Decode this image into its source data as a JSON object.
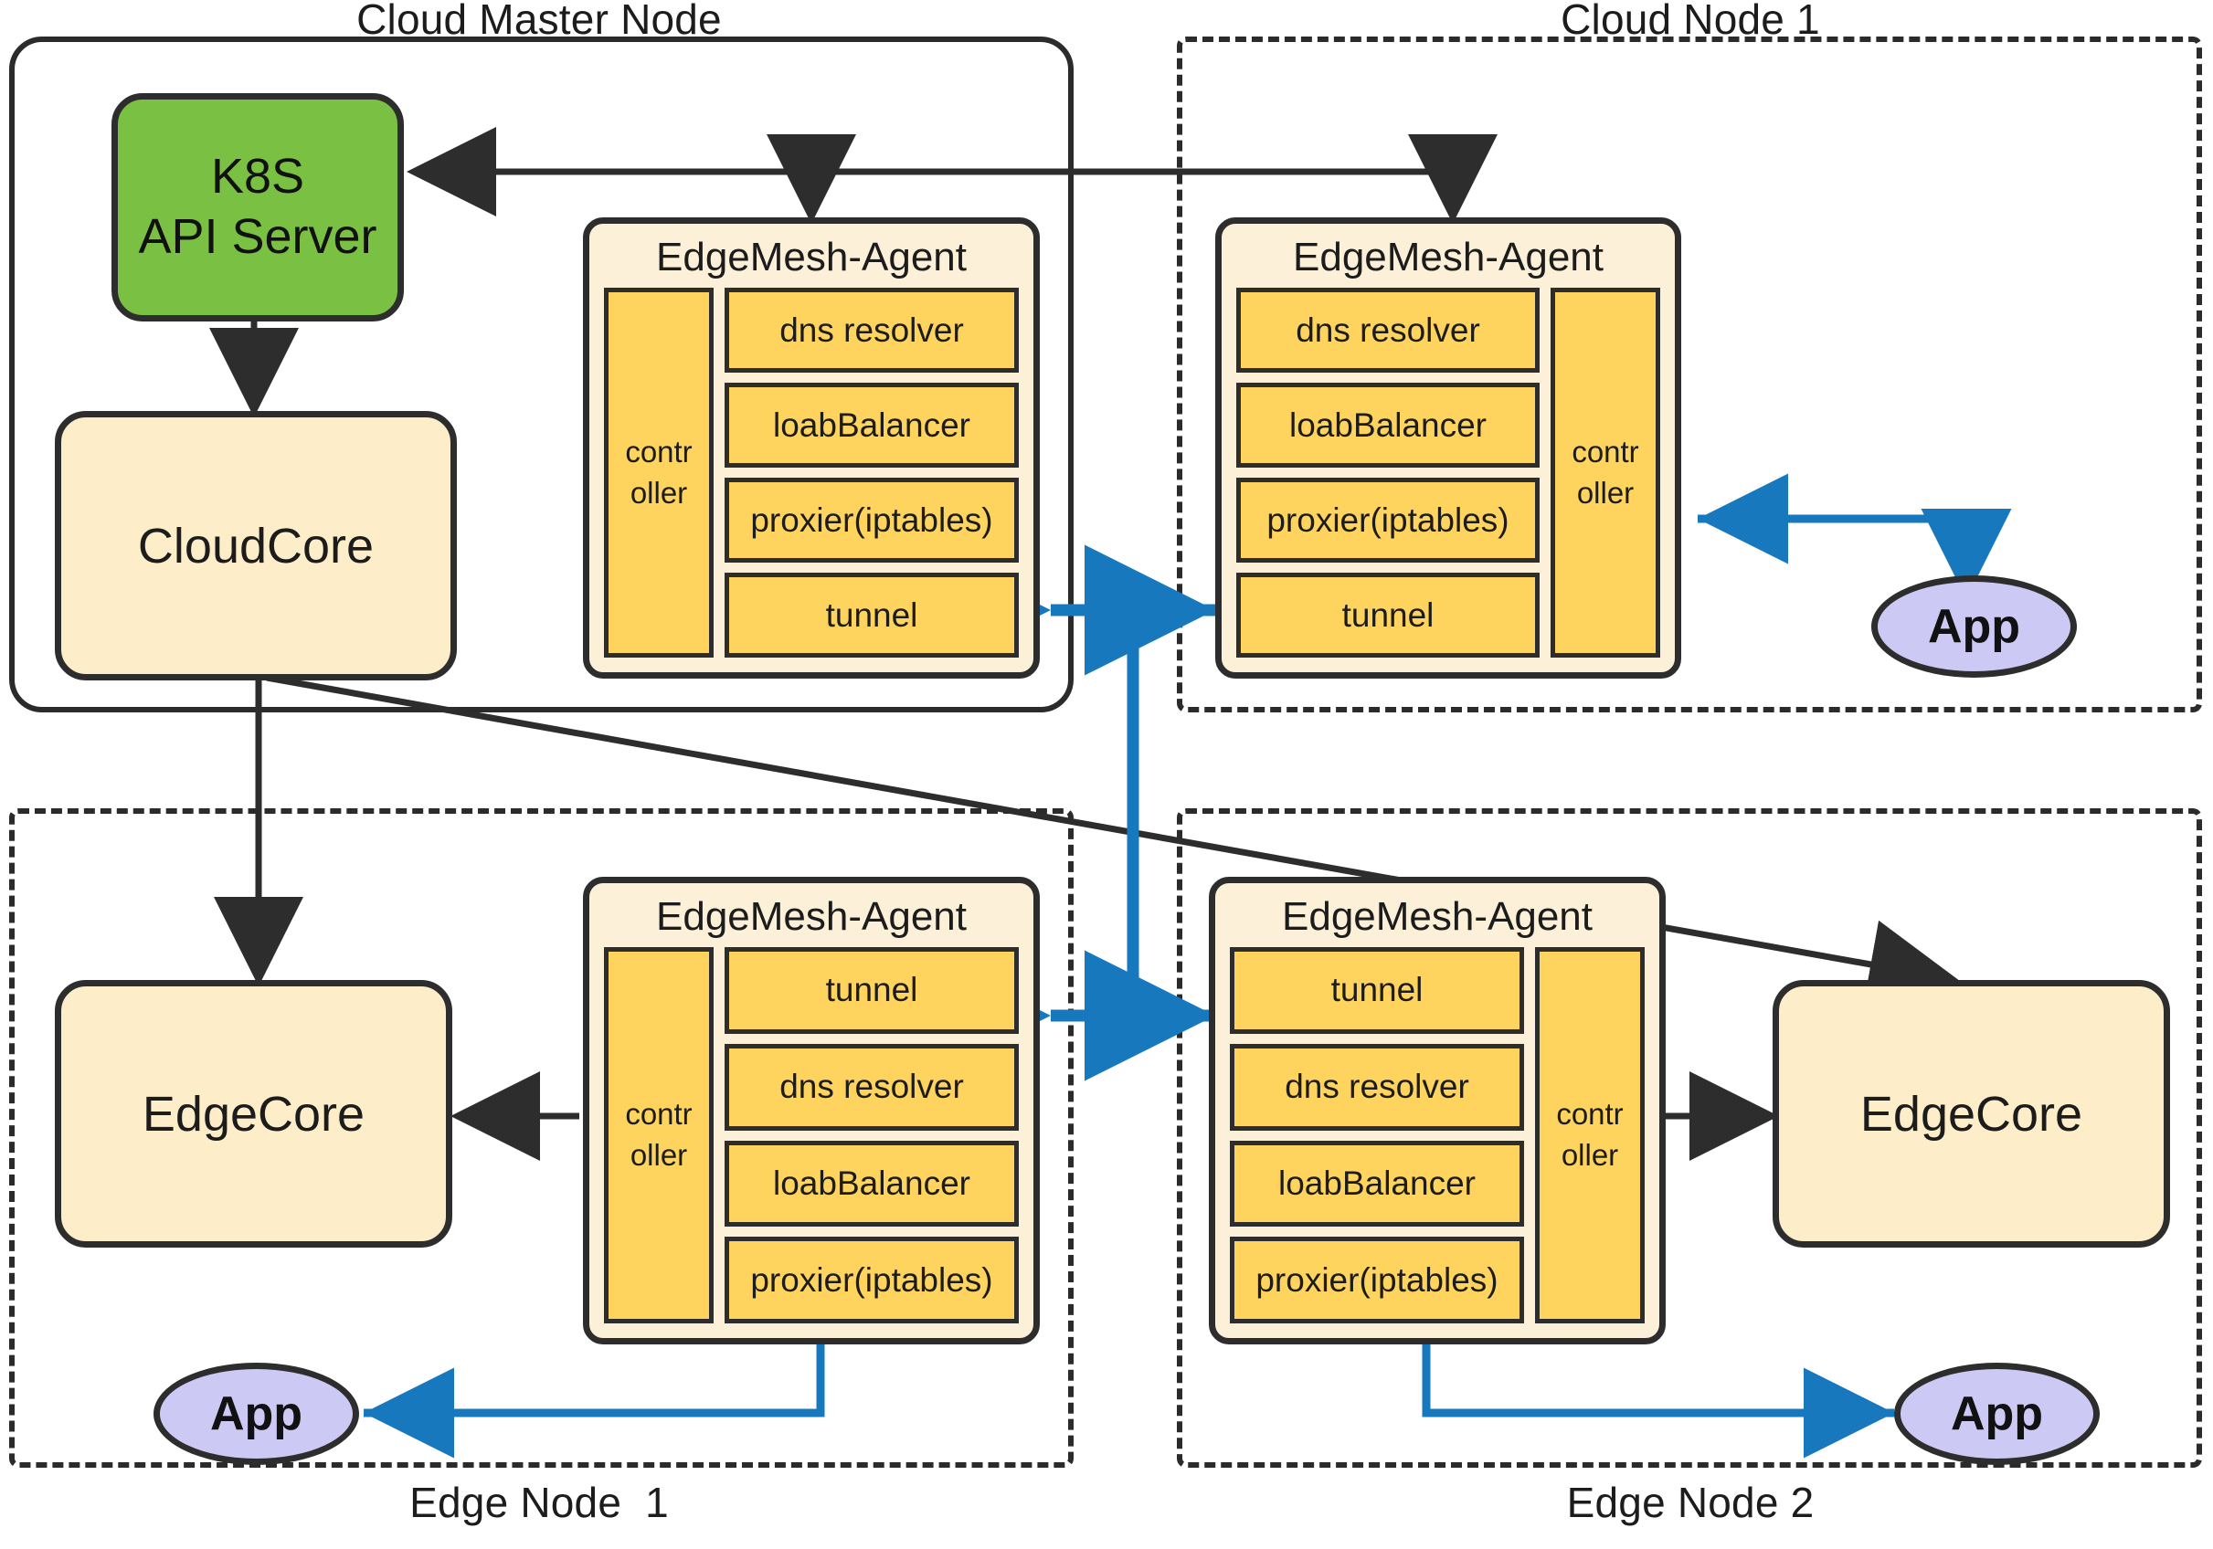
{
  "zones": [
    {
      "id": "cloud-master",
      "label": "Cloud Master Node"
    },
    {
      "id": "cloud-node-1",
      "label": "Cloud Node 1"
    },
    {
      "id": "edge-node-1",
      "label": "Edge Node  1"
    },
    {
      "id": "edge-node-2",
      "label": "Edge Node 2"
    }
  ],
  "boxes": {
    "k8s_api_server": "K8S\nAPI Server",
    "cloudcore": "CloudCore",
    "edgecore_left": "EdgeCore",
    "edgecore_right": "EdgeCore"
  },
  "agents": {
    "cloud_master": {
      "title": "EdgeMesh-Agent",
      "controller": "contr\noller",
      "controller_side": "left",
      "modules": [
        "dns resolver",
        "loabBalancer",
        "proxier(iptables)",
        "tunnel"
      ]
    },
    "cloud_node_1": {
      "title": "EdgeMesh-Agent",
      "controller": "contr\noller",
      "controller_side": "right",
      "modules": [
        "dns resolver",
        "loabBalancer",
        "proxier(iptables)",
        "tunnel"
      ]
    },
    "edge_node_1": {
      "title": "EdgeMesh-Agent",
      "controller": "contr\noller",
      "controller_side": "left",
      "modules": [
        "tunnel",
        "dns resolver",
        "loabBalancer",
        "proxier(iptables)"
      ]
    },
    "edge_node_2": {
      "title": "EdgeMesh-Agent",
      "controller": "contr\noller",
      "controller_side": "right",
      "modules": [
        "tunnel",
        "dns resolver",
        "loabBalancer",
        "proxier(iptables)"
      ]
    }
  },
  "apps": {
    "cloud_node_1_app": "App",
    "edge_node_1_app": "App",
    "edge_node_2_app": "App"
  },
  "colors": {
    "k8s_green": "#7ac143",
    "core_cream": "#fdeec9",
    "agent_cream": "#fcf0d8",
    "module_yellow": "#ffd45e",
    "app_purple": "#cdc9f5",
    "stroke_black": "#2d2d2d",
    "tunnel_blue": "#1878be"
  }
}
